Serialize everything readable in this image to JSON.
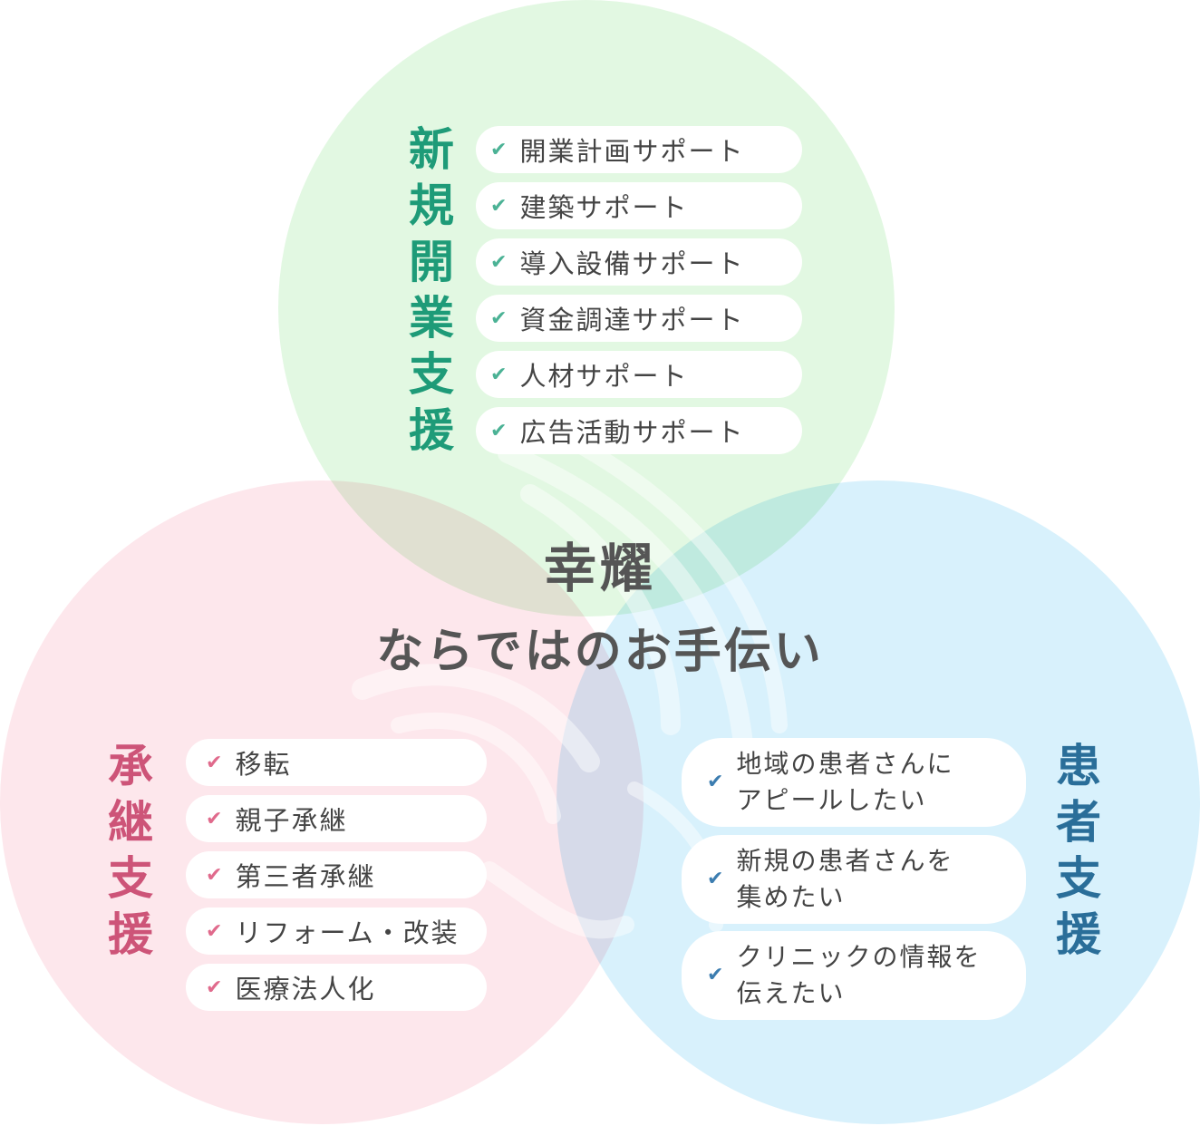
{
  "center": {
    "title": "幸耀",
    "subtitle": "ならではのお手伝い"
  },
  "groups": {
    "new_business": {
      "title_chars": [
        "新",
        "規",
        "開",
        "業",
        "支",
        "援"
      ],
      "items": [
        "開業計画サポート",
        "建築サポート",
        "導入設備サポート",
        "資金調達サポート",
        "人材サポート",
        "広告活動サポート"
      ]
    },
    "succession": {
      "title_chars": [
        "承",
        "継",
        "支",
        "援"
      ],
      "items": [
        "移転",
        "親子承継",
        "第三者承継",
        "リフォーム・改装",
        "医療法人化"
      ]
    },
    "patient": {
      "title_chars": [
        "患",
        "者",
        "支",
        "援"
      ],
      "items": [
        [
          "地域の患者さんに",
          "アピールしたい"
        ],
        [
          "新規の患者さんを",
          "集めたい"
        ],
        [
          "クリニックの情報を",
          "伝えたい"
        ]
      ]
    }
  },
  "icons": {
    "check": "✔"
  },
  "colors": {
    "green": "#1e9b78",
    "pink": "#cd5478",
    "blue": "#2a6e99",
    "text": "#555555"
  }
}
